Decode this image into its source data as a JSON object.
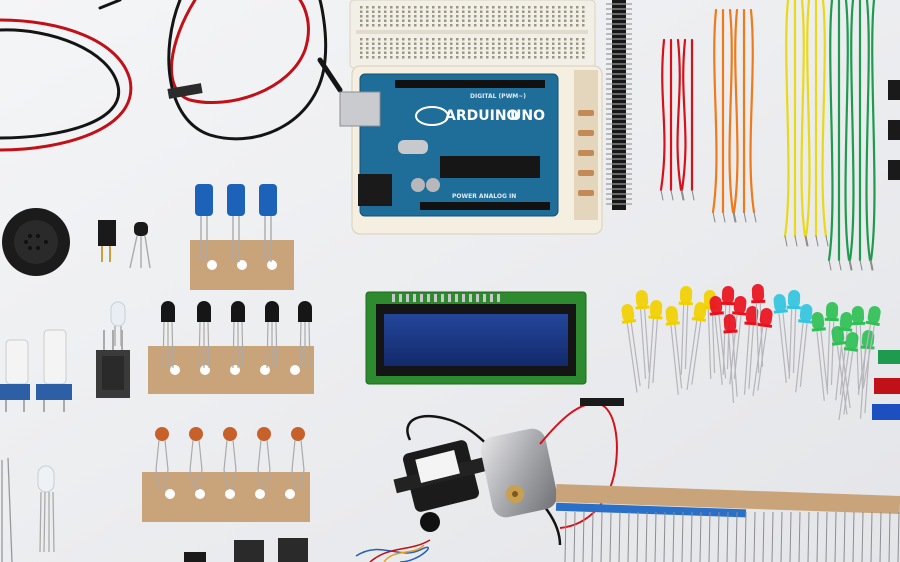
{
  "photo": {
    "subject": "Arduino starter kit components on a white surface",
    "background": "#ecedef"
  },
  "arduino": {
    "logo_text": "ARDUINO",
    "model_text": "UNO",
    "top_label": "DIGITAL (PWM~)",
    "bottom_label": "POWER    ANALOG IN",
    "board_color": "#1f6e9a"
  },
  "colors": {
    "led_yellow": "#f1d000",
    "led_red": "#e8101c",
    "led_blue": "#32c4e0",
    "led_green": "#2fbf55",
    "jumper_orange": "#f07a1a",
    "jumper_red": "#d8101a",
    "jumper_yellow": "#e9d916",
    "jumper_green": "#1e9b4e",
    "capacitor_blue": "#1b62b8",
    "ceramic_cap": "#c8602a",
    "lcd_screen": "#1a3a8a",
    "pcb_green": "#2e8a2e",
    "tape": "#c9a47a"
  }
}
